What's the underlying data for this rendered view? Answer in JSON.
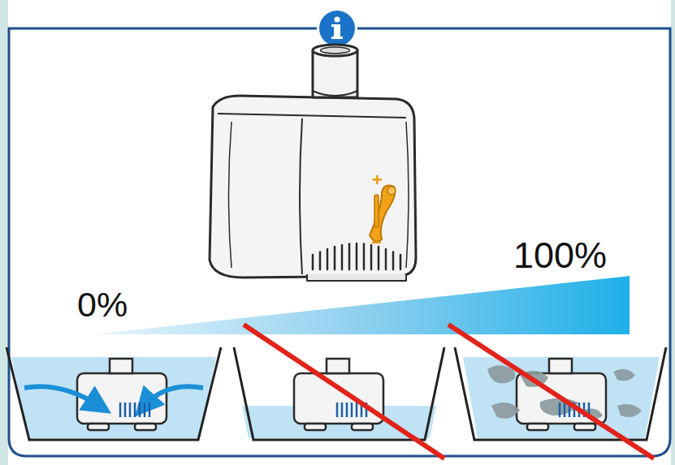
{
  "diagram": {
    "labels": [
      "+",
      "−",
      "100%",
      "0%"
    ]
  }
}
